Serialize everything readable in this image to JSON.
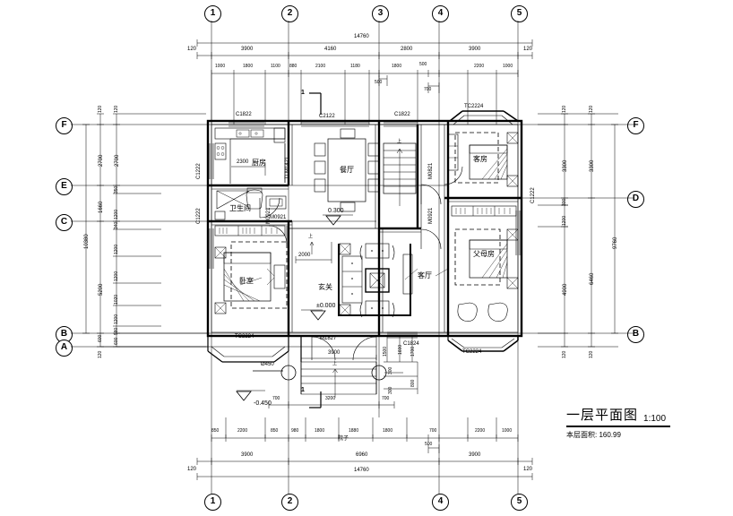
{
  "drawing": {
    "title": "一层平面图",
    "scale": "1:100",
    "subtitle": "本层面积: 160.99"
  },
  "grids": {
    "top": [
      "1",
      "2",
      "3",
      "4",
      "5"
    ],
    "bottom": [
      "1",
      "2",
      "4",
      "5"
    ],
    "left": [
      "F",
      "E",
      "C",
      "B",
      "A"
    ],
    "right": [
      "F",
      "D",
      "B"
    ]
  },
  "dimensions": {
    "top_overall": "14760",
    "top_bays": [
      "3900",
      "4160",
      "2800",
      "3900"
    ],
    "top_edges": [
      "120",
      "120"
    ],
    "top_sub": [
      "1000",
      "1800",
      "1100",
      "880",
      "2100",
      "1180",
      "1800",
      "500",
      "2200",
      "1000"
    ],
    "top_extra": [
      "500",
      "700"
    ],
    "bottom_overall": "14760",
    "bottom_bays": [
      "3900",
      "6960",
      "3900"
    ],
    "bottom_edges": [
      "120",
      "120"
    ],
    "bottom_sub": [
      "850",
      "2200",
      "850",
      "980",
      "1800",
      "1880",
      "1800",
      "700",
      "2200",
      "1000"
    ],
    "bottom_extra": [
      "500"
    ],
    "bottom_label": "院子",
    "bottom_inner": [
      "700",
      "3200",
      "700"
    ],
    "left_overall": "10380",
    "left_bays": [
      "2700",
      "1660",
      "5200",
      "600"
    ],
    "left_sub": [
      "2700",
      "350",
      "1200",
      "340",
      "1200",
      "1200",
      "1020",
      "1200",
      "580",
      "600"
    ],
    "left_edges": [
      "120",
      "120",
      "120",
      "120"
    ],
    "right_overall": "9760",
    "right_bays": [
      "3300",
      "6460"
    ],
    "right_sub": [
      "3300",
      "300",
      "1200",
      "4900"
    ],
    "right_edges": [
      "120",
      "120",
      "120",
      "120"
    ],
    "interior": [
      "2300",
      "2000",
      "3900",
      "1500",
      "1700",
      "300",
      "300",
      "800",
      "1600"
    ]
  },
  "rooms": [
    {
      "name": "厨房"
    },
    {
      "name": "卫生间"
    },
    {
      "name": "餐厅"
    },
    {
      "name": "客房"
    },
    {
      "name": "卧室"
    },
    {
      "name": "玄关"
    },
    {
      "name": "客厅"
    },
    {
      "name": "父母房"
    }
  ],
  "elevations": [
    {
      "value": "0.300"
    },
    {
      "value": "±0.000"
    },
    {
      "value": "-0.450"
    }
  ],
  "openings": {
    "windows": [
      "C1822",
      "C2122",
      "C1822",
      "TC2224",
      "C1222",
      "C1222",
      "C1222",
      "TC2224",
      "TC2224",
      "C1824"
    ],
    "doors": [
      "TLM1421",
      "M0921",
      "M0921",
      "M0821",
      "M0921",
      "M1827"
    ]
  },
  "annotations": {
    "column": "Ø450",
    "section_mark_top": "1",
    "section_mark_bottom": "1",
    "stair_up": "上",
    "stair_up2": "上",
    "stair_up3": "上"
  },
  "colors": {
    "ink": "#000000",
    "paper": "#ffffff"
  }
}
